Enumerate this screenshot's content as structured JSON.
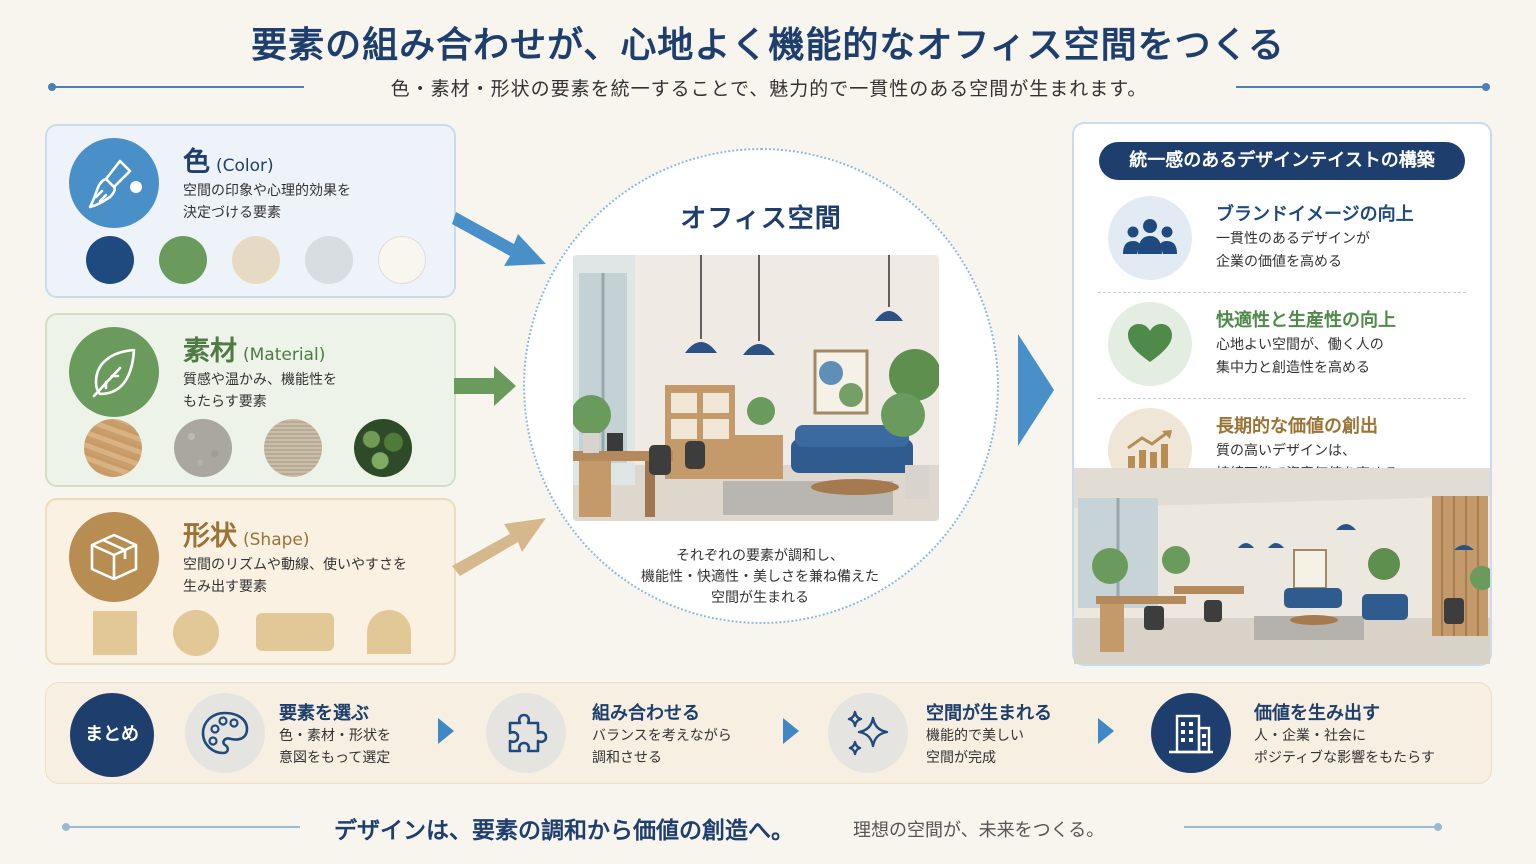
{
  "header": {
    "title": "要素の組み合わせが、心地よく機能的なオフィス空間をつくる",
    "subtitle": "色・素材・形状の要素を統一することで、魅力的で一貫性のある空間が生まれます。"
  },
  "elements": [
    {
      "title": "色",
      "en": "(Color)",
      "desc_lines": [
        "空間の印象や心理的効果を",
        "決定づける要素"
      ],
      "icon": "paintbrush-icon",
      "swatches": [
        "#1e4a80",
        "#6a9a5c",
        "#e6dac2",
        "#d8dde1",
        "#f8f6ee"
      ]
    },
    {
      "title": "素材",
      "en": "(Material)",
      "desc_lines": [
        "質感や温かみ、機能性を",
        "もたらす要素"
      ],
      "icon": "leaf-icon",
      "swatches": [
        "wood",
        "concrete",
        "fabric",
        "plants"
      ]
    },
    {
      "title": "形状",
      "en": "(Shape)",
      "desc_lines": [
        "空間のリズムや動線、使いやすさを",
        "生み出す要素"
      ],
      "icon": "box-icon",
      "shapes": [
        "square",
        "circle",
        "rounded-rectangle",
        "arch"
      ]
    }
  ],
  "center": {
    "title": "オフィス空間",
    "desc_lines": [
      "それぞれの要素が調和し、",
      "機能性・快適性・美しさを兼ね備えた",
      "空間が生まれる"
    ]
  },
  "right_panel": {
    "header": "統一感のあるデザインテイストの構築",
    "benefits": [
      {
        "title": "ブランドイメージの向上",
        "desc_lines": [
          "一貫性のあるデザインが",
          "企業の価値を高める"
        ],
        "icon": "people-icon",
        "color": "#1e4a80"
      },
      {
        "title": "快適性と生産性の向上",
        "desc_lines": [
          "心地よい空間が、働く人の",
          "集中力と創造性を高める"
        ],
        "icon": "heart-icon",
        "color": "#4f8a4a"
      },
      {
        "title": "長期的な価値の創出",
        "desc_lines": [
          "質の高いデザインは、",
          "持続可能で資産価値を高める"
        ],
        "icon": "growth-chart-icon",
        "color": "#9a7335"
      }
    ]
  },
  "summary": {
    "label": "まとめ",
    "steps": [
      {
        "title": "要素を選ぶ",
        "desc_lines": [
          "色・素材・形状を",
          "意図をもって選定"
        ],
        "icon": "palette-icon"
      },
      {
        "title": "組み合わせる",
        "desc_lines": [
          "バランスを考えながら",
          "調和させる"
        ],
        "icon": "puzzle-icon"
      },
      {
        "title": "空間が生まれる",
        "desc_lines": [
          "機能的で美しい",
          "空間が完成"
        ],
        "icon": "sparkle-icon"
      },
      {
        "title": "価値を生み出す",
        "desc_lines": [
          "人・企業・社会に",
          "ポジティブな影響をもたらす"
        ],
        "icon": "building-icon"
      }
    ]
  },
  "footer": {
    "main": "デザインは、要素の調和から価値の創造へ。",
    "sub": "理想の空間が、未来をつくる。"
  },
  "colors": {
    "navy": "#1e3f6e",
    "blue_accent": "#3f88c5",
    "green": "#4f8a4a",
    "tan": "#9a7335"
  }
}
